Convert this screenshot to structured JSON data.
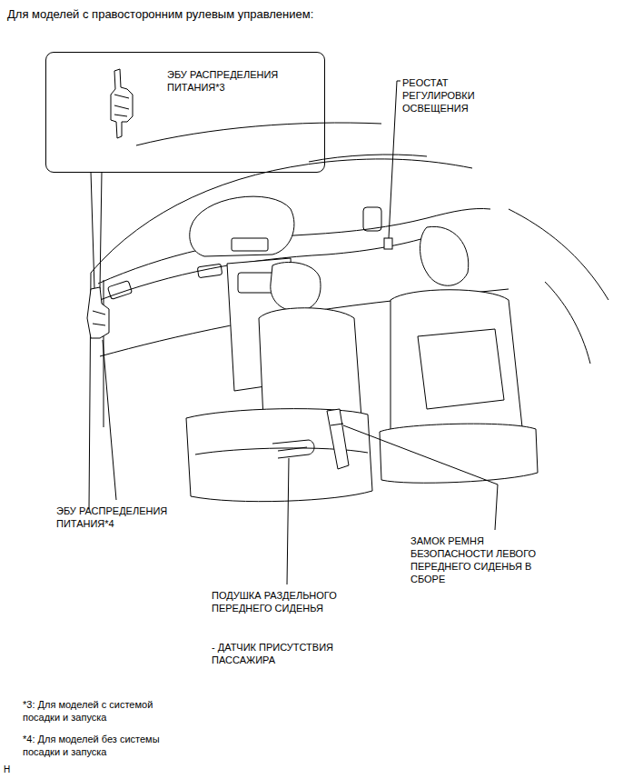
{
  "diagram": {
    "title": "Для моделей с правосторонним рулевым управлением:",
    "nodes": [
      {
        "text": [
          "ЭБУ РАСПРЕДЕЛЕНИЯ ПИТАНИЯ*3"
        ]
      }
    ],
    "labels": [
      "РЕОСТАТ РЕГУЛИРОВКИ ОСВЕЩЕНИЯ",
      "ЭБУ РАСПРЕДЕЛЕНИЯ ПИТАНИЯ*4",
      "ЗАМОК РЕМНЯ БЕЗОПАСНОСТИ ЛЕВОГО ПЕРЕДНЕГО СИДЕНЬЯ В СБОРЕ",
      "ПОДУШКА РАЗДЕЛЬНОГО ПЕРЕДНЕГО СИДЕНЬЯ",
      "- ДАТЧИК ПРИСУТСТВИЯ ПАССАЖИРА",
      "*3: Для моделей с системой посадки и запуска",
      "*4: Для моделей без системы посадки и запуска",
      "H"
    ]
  }
}
